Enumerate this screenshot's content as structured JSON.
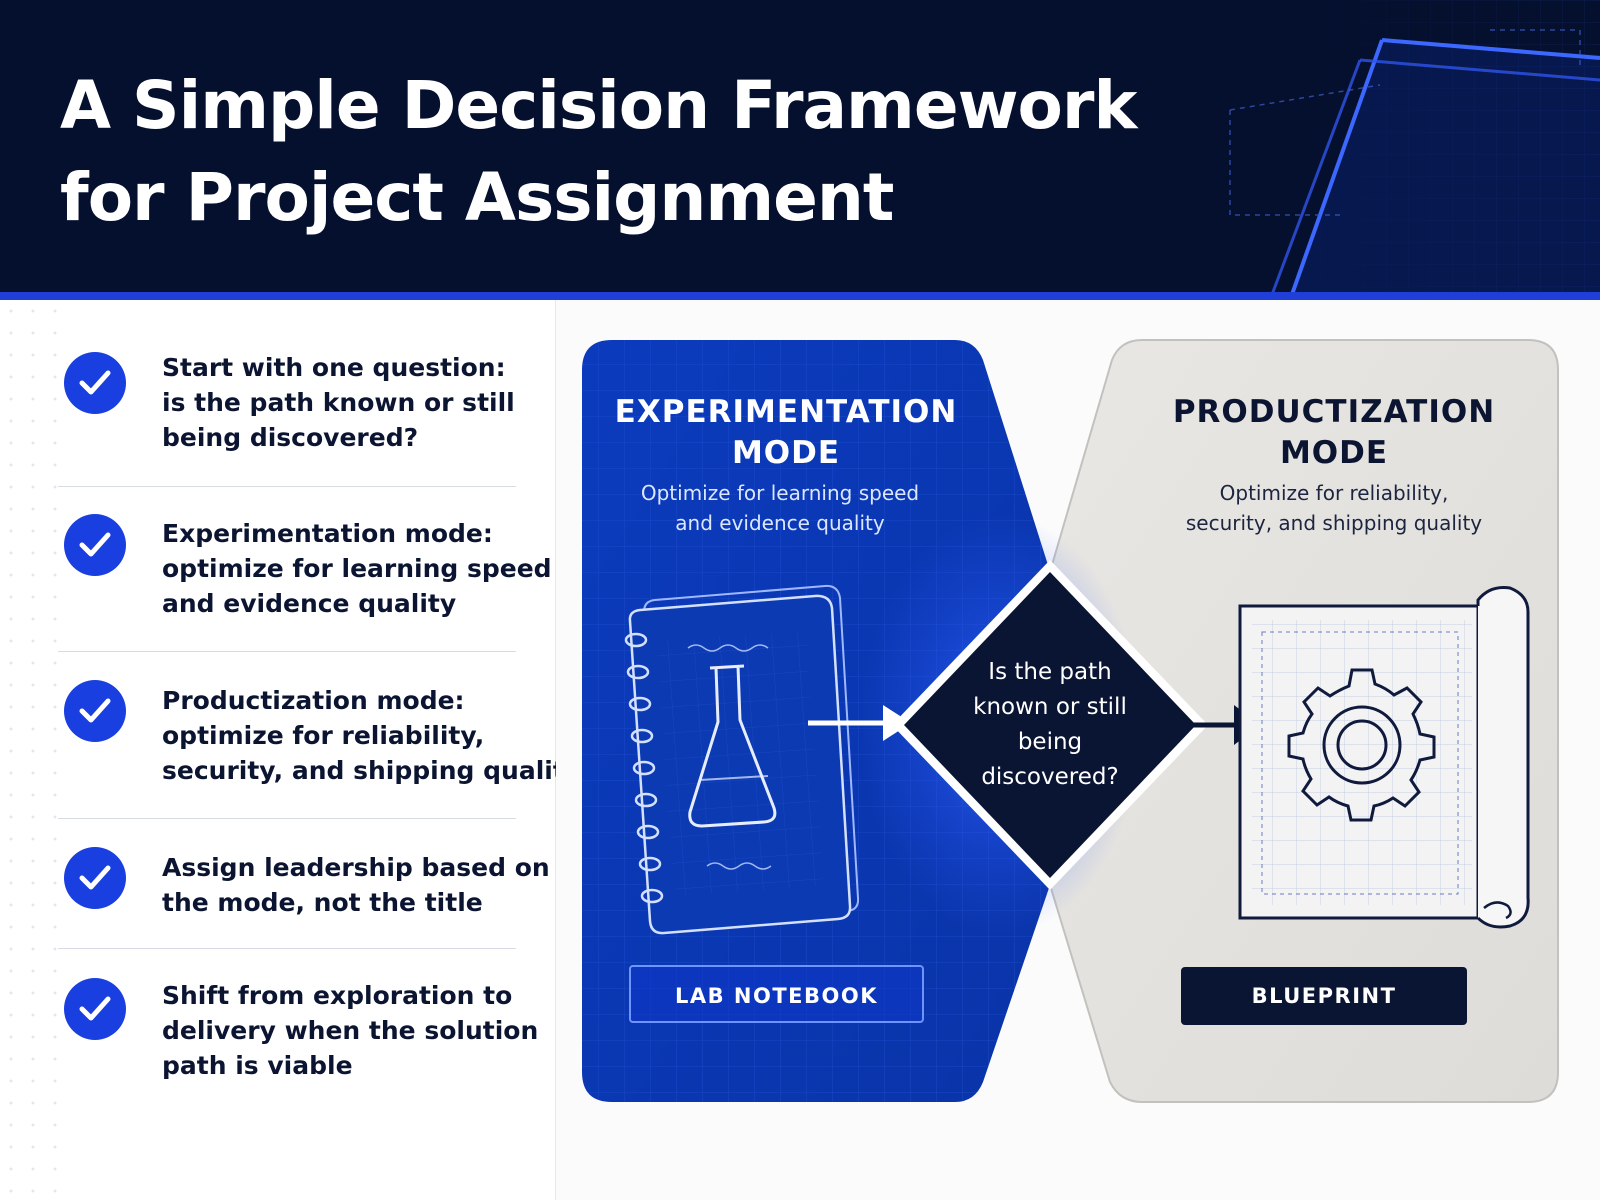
{
  "header": {
    "title_line1": "A Simple Decision Framework",
    "title_line2": "for Project Assignment"
  },
  "checklist": [
    {
      "line1": "Start with one question:",
      "line2": "is the path known or still",
      "line3": "being discovered?"
    },
    {
      "line1": "Experimentation mode:",
      "line2": "optimize for learning speed",
      "line3": "and evidence quality"
    },
    {
      "line1": "Productization mode:",
      "line2": "optimize for reliability,",
      "line3": "security, and shipping quality"
    },
    {
      "line1": "Assign leadership based on",
      "line2": "the mode, not the title",
      "line3": ""
    },
    {
      "line1": "Shift from exploration to",
      "line2": "delivery when the solution",
      "line3": "path is viable"
    }
  ],
  "experimentation": {
    "title_line1": "EXPERIMENTATION",
    "title_line2": "MODE",
    "sub_line1": "Optimize for learning speed",
    "sub_line2": "and evidence quality",
    "badge": "LAB NOTEBOOK",
    "icon": "notebook-flask-icon"
  },
  "productization": {
    "title_line1": "PRODUCTIZATION",
    "title_line2": "MODE",
    "sub_line1": "Optimize for reliability,",
    "sub_line2": "security, and shipping quality",
    "badge": "BLUEPRINT",
    "icon": "blueprint-gear-icon"
  },
  "decision": {
    "line1": "Is the path",
    "line2": "known or still",
    "line3": "being",
    "line4": "discovered?"
  },
  "colors": {
    "navy": "#050f2e",
    "accent_blue": "#1a3fe0",
    "panel_blue": "#0d3ec4",
    "panel_gray": "#e4e2df",
    "decision_dark": "#0a1433"
  }
}
